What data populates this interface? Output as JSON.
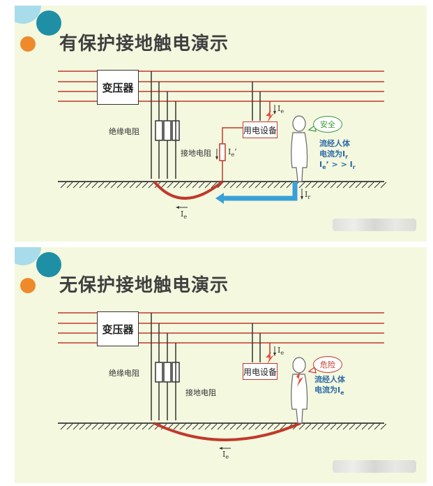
{
  "panels": [
    {
      "title": "有保护接地触电演示",
      "transformer": "变压器",
      "insulation_label": "绝缘电阻",
      "ground_res_label": "接地电阻",
      "device": "用电设备",
      "status": "安全",
      "status_color": "#3a9a3a",
      "note_line1": "流经人体",
      "note_line2": "电流为I",
      "note_line2_sub": "r",
      "note_line3": "I",
      "note_line3_sub": "e",
      "note_line3_mid": "’ > > I",
      "note_line3_sub2": "r",
      "cur_device": "I",
      "cur_device_sub": "e",
      "cur_ground": "I",
      "cur_ground_sub": "e",
      "cur_ground_prime": "’",
      "cur_person": "I",
      "cur_person_sub": "r",
      "cur_earth": "I",
      "cur_earth_sub": "e"
    },
    {
      "title": "无保护接地触电演示",
      "transformer": "变压器",
      "insulation_label": "绝缘电阻",
      "ground_res_label": "接地电阻",
      "device": "用电设备",
      "status": "危险",
      "status_color": "#c0392b",
      "note_line1": "流经人体",
      "note_line2": "电流为I",
      "note_line2_sub": "e",
      "cur_device": "I",
      "cur_device_sub": "e",
      "cur_earth": "I",
      "cur_earth_sub": "e"
    }
  ],
  "colors": {
    "panel_bg": "#f4f8df",
    "wire": "#c0392b",
    "ground_path": "#c0392b",
    "current_arrow": "#3aa0d8",
    "logo_teal": "#1f8fa6",
    "logo_orange": "#ee8a2a"
  }
}
